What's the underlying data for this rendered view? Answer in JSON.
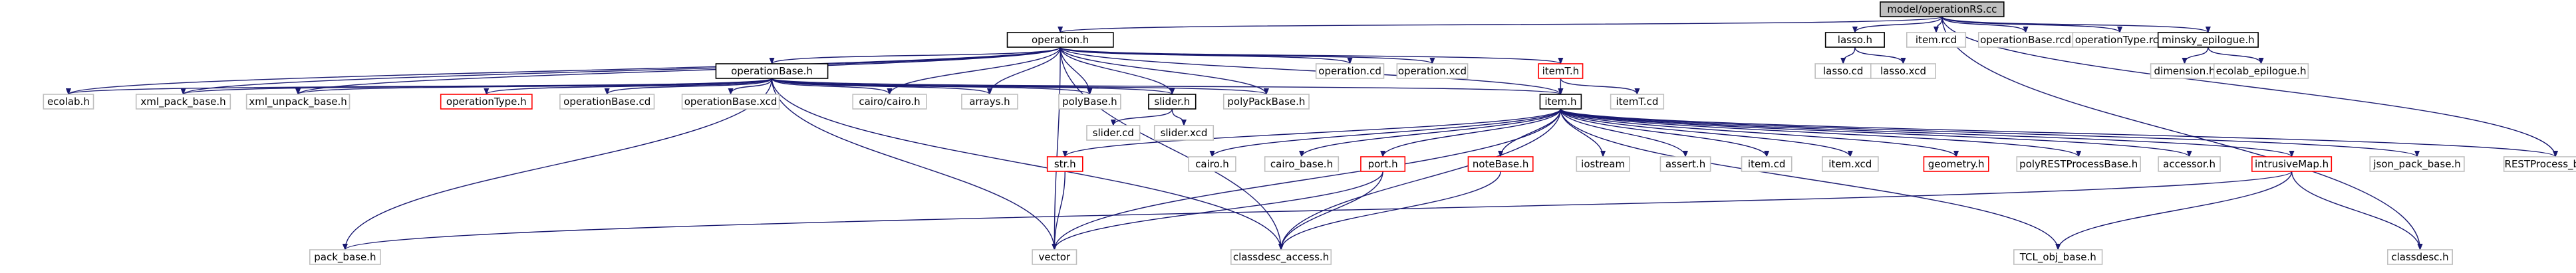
{
  "colors": {
    "edge": "#191970",
    "normal_border": "#000000",
    "missing_border": "#bfbfbf",
    "red_border": "#ff0000",
    "root_fill": "#bfbfbf",
    "node_fill": "#ffffff"
  },
  "nodes": [
    {
      "id": "root",
      "label": "model/operationRS.cc",
      "kind": "root"
    },
    {
      "id": "operation_h",
      "label": "operation.h",
      "kind": "normal"
    },
    {
      "id": "lasso_h",
      "label": "lasso.h",
      "kind": "normal"
    },
    {
      "id": "item_rcd",
      "label": "item.rcd",
      "kind": "missing"
    },
    {
      "id": "operationBase_rcd",
      "label": "operationBase.rcd",
      "kind": "missing"
    },
    {
      "id": "operationType_rcd",
      "label": "operationType.rcd",
      "kind": "missing"
    },
    {
      "id": "minsky_epilogue_h",
      "label": "minsky_epilogue.h",
      "kind": "normal"
    },
    {
      "id": "operationBase_h",
      "label": "operationBase.h",
      "kind": "normal"
    },
    {
      "id": "operation_cd",
      "label": "operation.cd",
      "kind": "missing"
    },
    {
      "id": "operation_xcd",
      "label": "operation.xcd",
      "kind": "missing"
    },
    {
      "id": "itemT_h",
      "label": "itemT.h",
      "kind": "red"
    },
    {
      "id": "lasso_cd",
      "label": "lasso.cd",
      "kind": "missing"
    },
    {
      "id": "lasso_xcd",
      "label": "lasso.xcd",
      "kind": "missing"
    },
    {
      "id": "dimension_h",
      "label": "dimension.h",
      "kind": "missing"
    },
    {
      "id": "ecolab_epilogue_h",
      "label": "ecolab_epilogue.h",
      "kind": "missing"
    },
    {
      "id": "ecolab_h",
      "label": "ecolab.h",
      "kind": "missing"
    },
    {
      "id": "xml_pack_base_h",
      "label": "xml_pack_base.h",
      "kind": "missing"
    },
    {
      "id": "xml_unpack_base_h",
      "label": "xml_unpack_base.h",
      "kind": "missing"
    },
    {
      "id": "operationType_h",
      "label": "operationType.h",
      "kind": "red"
    },
    {
      "id": "operationBase_cd",
      "label": "operationBase.cd",
      "kind": "missing"
    },
    {
      "id": "operationBase_xcd",
      "label": "operationBase.xcd",
      "kind": "missing"
    },
    {
      "id": "cairo_cairo_h",
      "label": "cairo/cairo.h",
      "kind": "missing"
    },
    {
      "id": "arrays_h",
      "label": "arrays.h",
      "kind": "missing"
    },
    {
      "id": "polyBase_h",
      "label": "polyBase.h",
      "kind": "missing"
    },
    {
      "id": "slider_h",
      "label": "slider.h",
      "kind": "normal"
    },
    {
      "id": "polyPackBase_h",
      "label": "polyPackBase.h",
      "kind": "missing"
    },
    {
      "id": "item_h",
      "label": "item.h",
      "kind": "normal"
    },
    {
      "id": "itemT_cd",
      "label": "itemT.cd",
      "kind": "missing"
    },
    {
      "id": "slider_cd",
      "label": "slider.cd",
      "kind": "missing"
    },
    {
      "id": "slider_xcd",
      "label": "slider.xcd",
      "kind": "missing"
    },
    {
      "id": "str_h",
      "label": "str.h",
      "kind": "red"
    },
    {
      "id": "cairo_h",
      "label": "cairo.h",
      "kind": "missing"
    },
    {
      "id": "cairo_base_h",
      "label": "cairo_base.h",
      "kind": "missing"
    },
    {
      "id": "port_h",
      "label": "port.h",
      "kind": "red"
    },
    {
      "id": "noteBase_h",
      "label": "noteBase.h",
      "kind": "red"
    },
    {
      "id": "iostream",
      "label": "iostream",
      "kind": "missing"
    },
    {
      "id": "assert_h",
      "label": "assert.h",
      "kind": "missing"
    },
    {
      "id": "item_cd",
      "label": "item.cd",
      "kind": "missing"
    },
    {
      "id": "item_xcd",
      "label": "item.xcd",
      "kind": "missing"
    },
    {
      "id": "geometry_h",
      "label": "geometry.h",
      "kind": "red"
    },
    {
      "id": "polyRESTProcessBase_h",
      "label": "polyRESTProcessBase.h",
      "kind": "missing"
    },
    {
      "id": "accessor_h",
      "label": "accessor.h",
      "kind": "missing"
    },
    {
      "id": "intrusiveMap_h",
      "label": "intrusiveMap.h",
      "kind": "red"
    },
    {
      "id": "json_pack_base_h",
      "label": "json_pack_base.h",
      "kind": "missing"
    },
    {
      "id": "RESTProcess_base_h",
      "label": "RESTProcess_base.h",
      "kind": "missing"
    },
    {
      "id": "pack_base_h",
      "label": "pack_base.h",
      "kind": "missing"
    },
    {
      "id": "vector",
      "label": "vector",
      "kind": "missing"
    },
    {
      "id": "classdesc_access_h",
      "label": "classdesc_access.h",
      "kind": "missing"
    },
    {
      "id": "TCL_obj_base_h",
      "label": "TCL_obj_base.h",
      "kind": "missing"
    },
    {
      "id": "classdesc_h",
      "label": "classdesc.h",
      "kind": "missing"
    }
  ],
  "edges": [
    [
      "root",
      "operation_h"
    ],
    [
      "root",
      "lasso_h"
    ],
    [
      "root",
      "item_rcd"
    ],
    [
      "root",
      "operationBase_rcd"
    ],
    [
      "root",
      "operationType_rcd"
    ],
    [
      "root",
      "minsky_epilogue_h"
    ],
    [
      "root",
      "RESTProcess_base_h"
    ],
    [
      "root",
      "classdesc_h"
    ],
    [
      "operation_h",
      "operationBase_h"
    ],
    [
      "operation_h",
      "operation_cd"
    ],
    [
      "operation_h",
      "operation_xcd"
    ],
    [
      "operation_h",
      "itemT_h"
    ],
    [
      "operation_h",
      "item_h"
    ],
    [
      "operation_h",
      "ecolab_h"
    ],
    [
      "operation_h",
      "xml_pack_base_h"
    ],
    [
      "operation_h",
      "xml_unpack_base_h"
    ],
    [
      "operation_h",
      "cairo_cairo_h"
    ],
    [
      "operation_h",
      "arrays_h"
    ],
    [
      "operation_h",
      "polyBase_h"
    ],
    [
      "operation_h",
      "slider_h"
    ],
    [
      "operation_h",
      "polyPackBase_h"
    ],
    [
      "operation_h",
      "classdesc_access_h"
    ],
    [
      "operation_h",
      "vector"
    ],
    [
      "operationBase_h",
      "ecolab_h"
    ],
    [
      "operationBase_h",
      "xml_pack_base_h"
    ],
    [
      "operationBase_h",
      "xml_unpack_base_h"
    ],
    [
      "operationBase_h",
      "operationType_h"
    ],
    [
      "operationBase_h",
      "operationBase_cd"
    ],
    [
      "operationBase_h",
      "operationBase_xcd"
    ],
    [
      "operationBase_h",
      "cairo_cairo_h"
    ],
    [
      "operationBase_h",
      "arrays_h"
    ],
    [
      "operationBase_h",
      "polyBase_h"
    ],
    [
      "operationBase_h",
      "slider_h"
    ],
    [
      "operationBase_h",
      "polyPackBase_h"
    ],
    [
      "operationBase_h",
      "item_h"
    ],
    [
      "operationBase_h",
      "pack_base_h"
    ],
    [
      "operationBase_h",
      "vector"
    ],
    [
      "operationBase_h",
      "classdesc_access_h"
    ],
    [
      "itemT_h",
      "item_h"
    ],
    [
      "itemT_h",
      "itemT_cd"
    ],
    [
      "slider_h",
      "slider_cd"
    ],
    [
      "slider_h",
      "slider_xcd"
    ],
    [
      "item_h",
      "str_h"
    ],
    [
      "item_h",
      "cairo_h"
    ],
    [
      "item_h",
      "cairo_base_h"
    ],
    [
      "item_h",
      "port_h"
    ],
    [
      "item_h",
      "noteBase_h"
    ],
    [
      "item_h",
      "iostream"
    ],
    [
      "item_h",
      "assert_h"
    ],
    [
      "item_h",
      "item_cd"
    ],
    [
      "item_h",
      "item_xcd"
    ],
    [
      "item_h",
      "geometry_h"
    ],
    [
      "item_h",
      "polyRESTProcessBase_h"
    ],
    [
      "item_h",
      "accessor_h"
    ],
    [
      "item_h",
      "intrusiveMap_h"
    ],
    [
      "item_h",
      "json_pack_base_h"
    ],
    [
      "item_h",
      "RESTProcess_base_h"
    ],
    [
      "item_h",
      "vector"
    ],
    [
      "item_h",
      "classdesc_access_h"
    ],
    [
      "item_h",
      "TCL_obj_base_h"
    ],
    [
      "str_h",
      "vector"
    ],
    [
      "port_h",
      "vector"
    ],
    [
      "port_h",
      "classdesc_access_h"
    ],
    [
      "noteBase_h",
      "classdesc_access_h"
    ],
    [
      "intrusiveMap_h",
      "classdesc_h"
    ],
    [
      "intrusiveMap_h",
      "TCL_obj_base_h"
    ],
    [
      "intrusiveMap_h",
      "pack_base_h"
    ],
    [
      "lasso_h",
      "lasso_cd"
    ],
    [
      "lasso_h",
      "lasso_xcd"
    ],
    [
      "minsky_epilogue_h",
      "dimension_h"
    ],
    [
      "minsky_epilogue_h",
      "ecolab_epilogue_h"
    ]
  ]
}
